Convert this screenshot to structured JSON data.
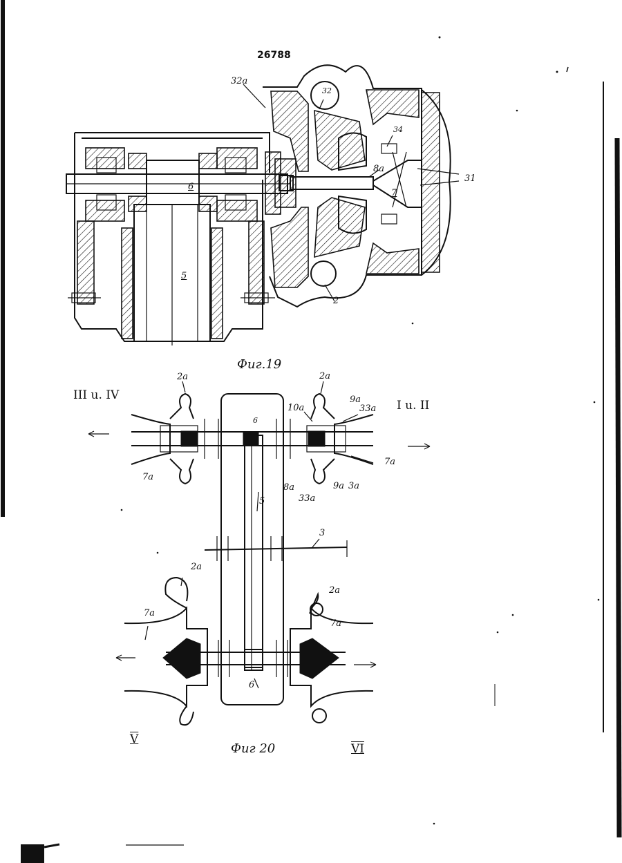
{
  "page_number": "26788",
  "figures": {
    "fig19": {
      "caption": "Фиг.19",
      "labels": {
        "l32a": "32a",
        "l32": "32",
        "l34": "34",
        "l8a": "8a",
        "l31": "31",
        "l7": "7",
        "l6": "6",
        "l5": "5",
        "l2": "2"
      }
    },
    "fig20": {
      "caption": "Фиг 20",
      "groups": {
        "left_top": "III u. IV",
        "right_top": "I u. II",
        "bottom_left": "V",
        "bottom_right": "VI"
      },
      "labels": {
        "l2a_tl": "2a",
        "l2a_tr": "2a",
        "l10a": "10a",
        "l9a_top": "9a",
        "l33a_top": "33a",
        "l6_top": "6",
        "l7a_r": "7a",
        "l7a_l": "7a",
        "l8a": "8a",
        "l33a_bot": "33a",
        "l9a_bot": "9a",
        "l3a": "3a",
        "l5": "5",
        "l3": "3",
        "l2a_bl": "2a",
        "l2a_br": "2a",
        "l7a_bl": "7a",
        "l7a_br": "7a",
        "l6_bot": "6"
      }
    }
  }
}
